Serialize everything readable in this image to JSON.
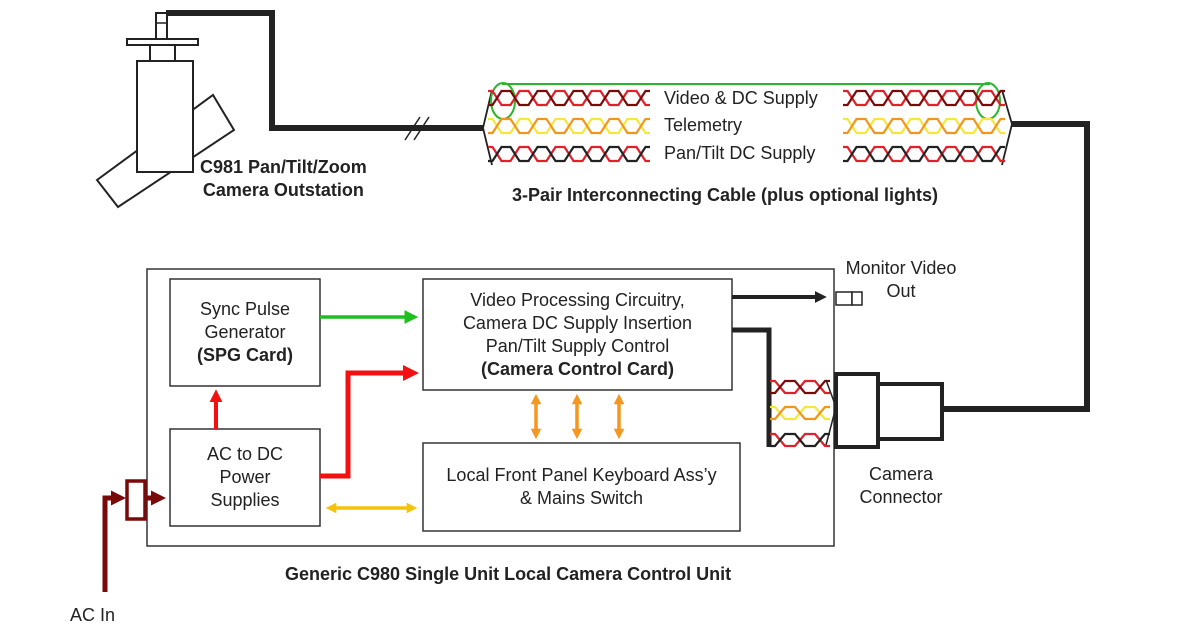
{
  "title": "Generic C980 Single Unit Local Camera Control Unit",
  "camera": {
    "label_line1": "C981 Pan/Tilt/Zoom",
    "label_line2": "Camera Outstation"
  },
  "cable": {
    "caption": "3-Pair Interconnecting Cable (plus optional lights)",
    "pairs": [
      {
        "label": "Video & DC Supply",
        "colors": [
          "#e0202a",
          "#7a0a0a"
        ]
      },
      {
        "label": "Telemetry",
        "colors": [
          "#f5e83a",
          "#f0961e"
        ]
      },
      {
        "label": "Pan/Tilt DC Supply",
        "colors": [
          "#e0202a",
          "#222222"
        ]
      }
    ],
    "screen_color": "#2ab52a"
  },
  "unit": {
    "caption": "Generic C980 Single Unit Local Camera Control Unit"
  },
  "blocks": {
    "spg": {
      "line1": "Sync Pulse",
      "line2": "Generator",
      "line3": "(SPG Card)"
    },
    "ccc": {
      "line1": "Video Processing Circuitry,",
      "line2": "Camera DC Supply Insertion",
      "line3": "Pan/Tilt Supply Control",
      "line4": "(Camera Control Card)"
    },
    "psu": {
      "line1": "AC to DC",
      "line2": "Power",
      "line3": "Supplies"
    },
    "panel": {
      "line1": "Local Front Panel Keyboard Ass’y",
      "line2": "& Mains Switch"
    }
  },
  "labels": {
    "monitor_line1": "Monitor Video",
    "monitor_line2": "Out",
    "connector_line1": "Camera",
    "connector_line2": "Connector",
    "ac_in": "AC In"
  },
  "colors": {
    "sync": "#1fbf1f",
    "power": "#f51010",
    "control": "#f5961e",
    "keyboard": "#f5c20a",
    "mains": "#7a0a0a",
    "cable": "#222222"
  }
}
